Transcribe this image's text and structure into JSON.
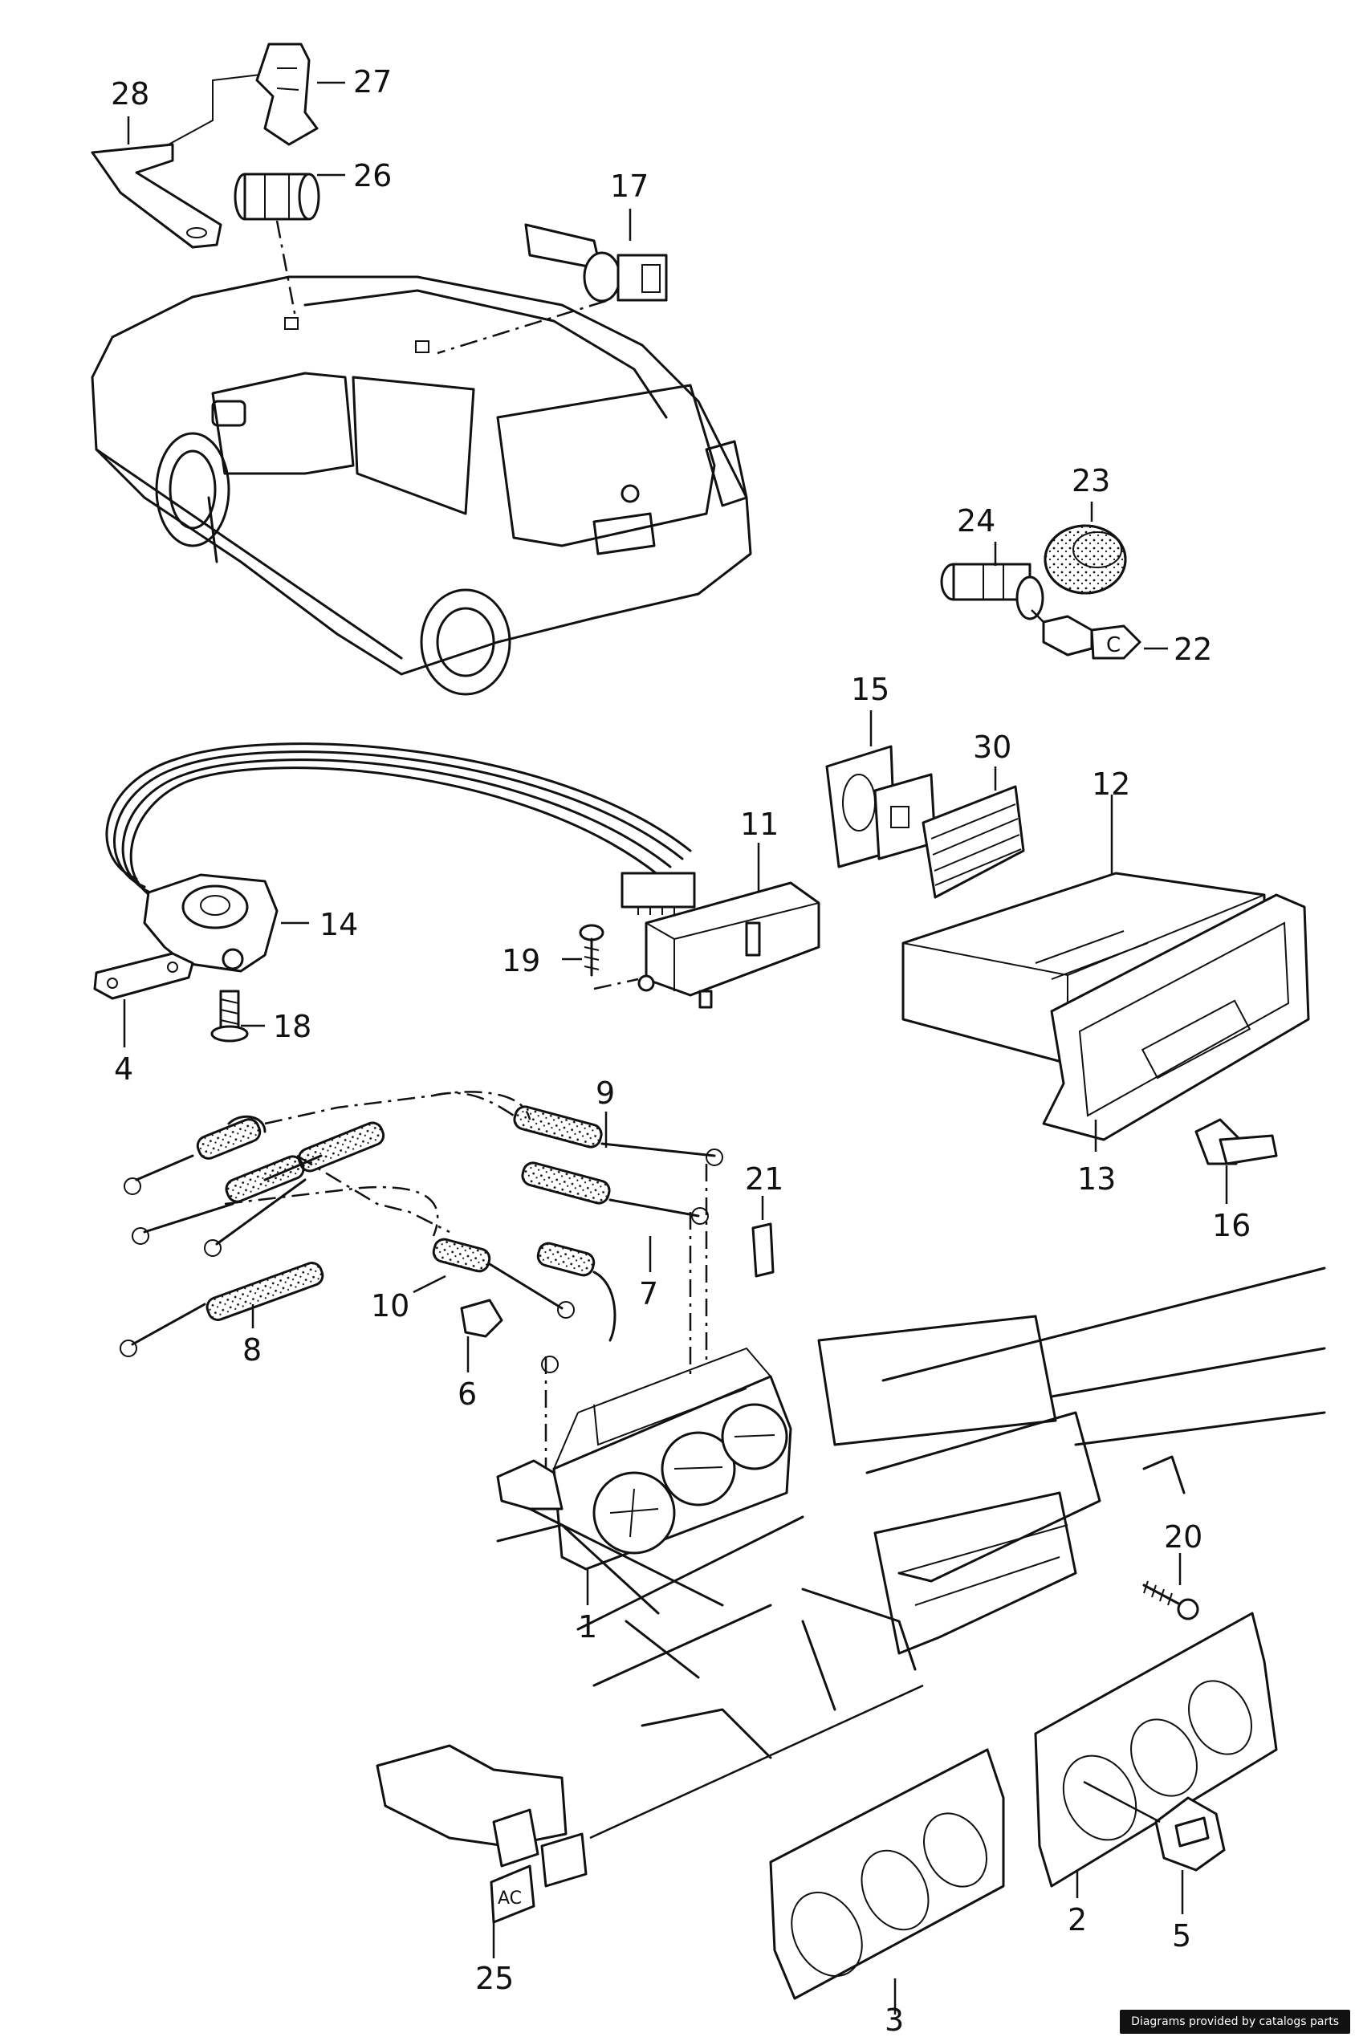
{
  "callouts": {
    "c1": "1",
    "c2": "2",
    "c3": "3",
    "c4": "4",
    "c5": "5",
    "c6": "6",
    "c7": "7",
    "c8": "8",
    "c9": "9",
    "c10": "10",
    "c11": "11",
    "c12": "12",
    "c13": "13",
    "c14": "14",
    "c15": "15",
    "c16": "16",
    "c17": "17",
    "c18": "18",
    "c19": "19",
    "c20": "20",
    "c21": "21",
    "c22": "22",
    "c23": "23",
    "c24": "24",
    "c25": "25",
    "c26": "26",
    "c27": "27",
    "c28": "28",
    "c30": "30"
  },
  "switch_labels": {
    "ac": "AC"
  },
  "watermark": {
    "text": "Diagrams provided by catalogs parts"
  }
}
